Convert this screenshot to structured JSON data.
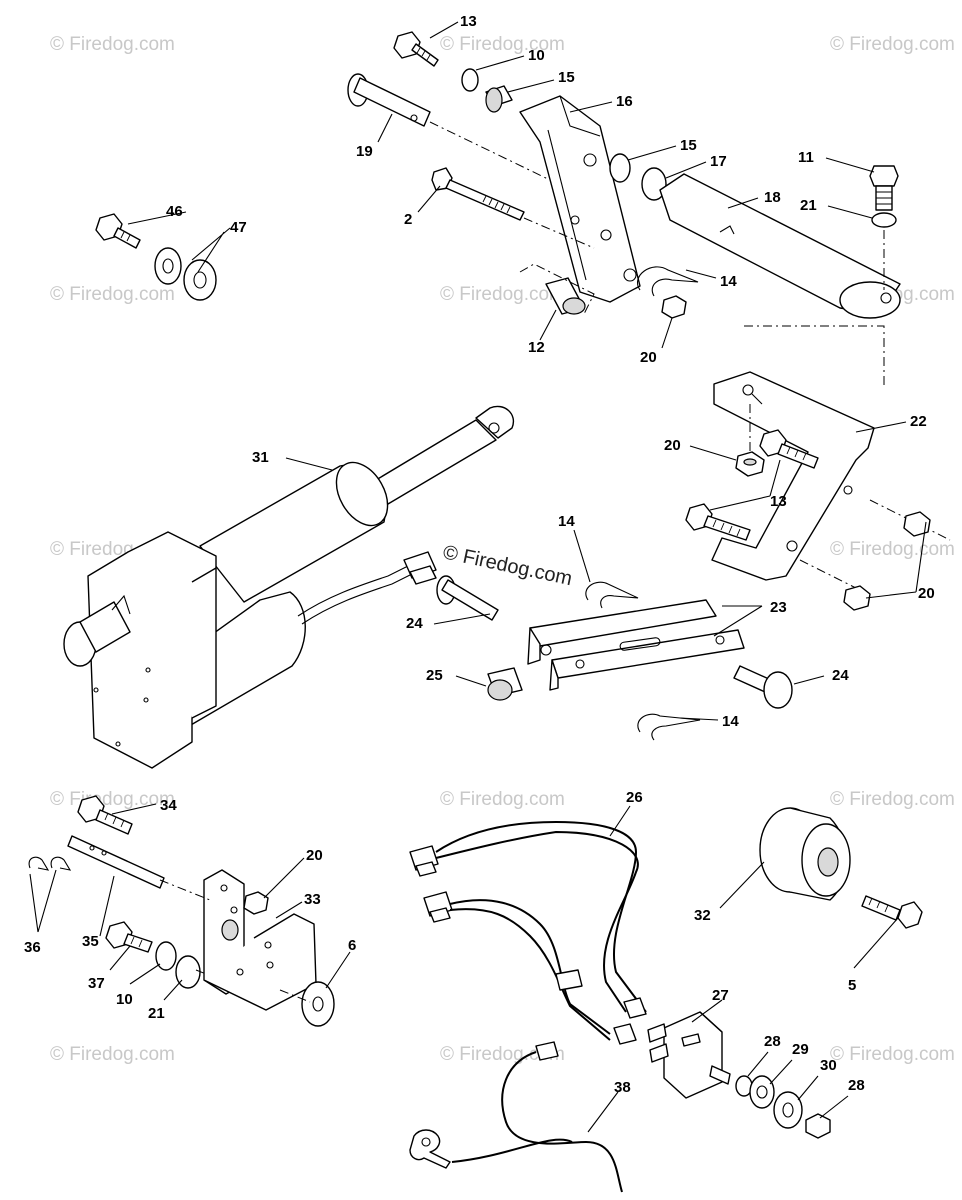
{
  "watermark": {
    "text": "© Firedog.com",
    "center_text": "© Firedog.com"
  },
  "labels": {
    "l13a": "13",
    "l10a": "10",
    "l15a": "15",
    "l16": "16",
    "l19": "19",
    "l15b": "15",
    "l17": "17",
    "l18": "18",
    "l11": "11",
    "l21a": "21",
    "l46": "46",
    "l47": "47",
    "l2": "2",
    "l14a": "14",
    "l12": "12",
    "l20a": "20",
    "l22": "22",
    "l20b": "20",
    "l13b": "13",
    "l31": "31",
    "l20c": "20",
    "l14b": "14",
    "l23": "23",
    "l24a": "24",
    "l25": "25",
    "l24b": "24",
    "l14c": "14",
    "l34": "34",
    "l20d": "20",
    "l33": "33",
    "l36": "36",
    "l35": "35",
    "l37": "37",
    "l10b": "10",
    "l21b": "21",
    "l6": "6",
    "l26": "26",
    "l32": "32",
    "l5": "5",
    "l27": "27",
    "l28a": "28",
    "l29": "29",
    "l30": "30",
    "l28b": "28",
    "l38": "38"
  }
}
